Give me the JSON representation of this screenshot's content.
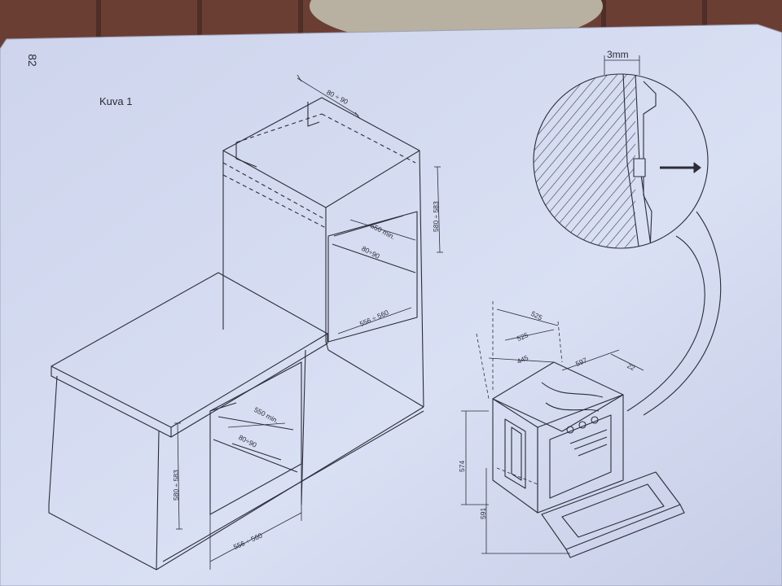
{
  "page": {
    "number": "82",
    "caption": "Kuva 1"
  },
  "tall_cabinet": {
    "top_gap": "80 ÷ 90",
    "height": "580 ÷ 583",
    "depth_min": "550 min.",
    "rear_gap": "80÷90",
    "width": "556 ÷ 560"
  },
  "base_cabinet": {
    "depth_min": "550 min.",
    "rear_gap": "80÷90",
    "height": "580 ÷ 583",
    "width": "556 ÷ 560"
  },
  "oven": {
    "depth_total": "525",
    "depth_inner": "525",
    "body_depth": "445",
    "width": "597",
    "front_thickness": "22",
    "body_height": "574",
    "front_height": "591"
  },
  "detail": {
    "gap": "3mm"
  },
  "colors": {
    "paper": "#d5dcf2",
    "line": "#2b2d38",
    "hatch": "#3a3c48"
  }
}
